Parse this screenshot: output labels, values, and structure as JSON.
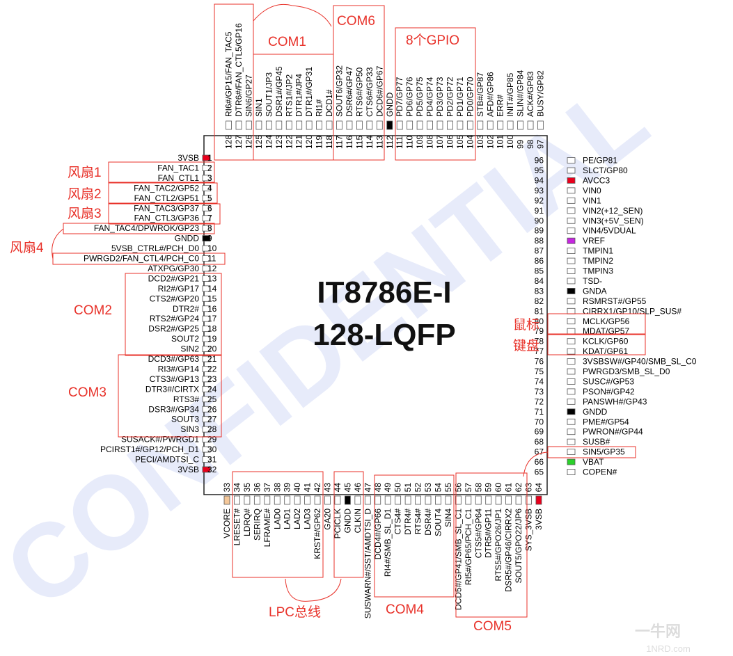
{
  "chip": {
    "name": "IT8786E-I",
    "package": "128-LQFP"
  },
  "watermark": "CONFIDENTIAL",
  "corner_logo": {
    "line1": "一牛网",
    "line2": "1NRD.com"
  },
  "pins_left": [
    {
      "n": 1,
      "label": "3VSB",
      "color": "#e8001c"
    },
    {
      "n": 2,
      "label": "FAN_TAC1"
    },
    {
      "n": 3,
      "label": "FAN_CTL1"
    },
    {
      "n": 4,
      "label": "FAN_TAC2/GP52"
    },
    {
      "n": 5,
      "label": "FAN_CTL2/GP51"
    },
    {
      "n": 6,
      "label": "FAN_TAC3/GP37"
    },
    {
      "n": 7,
      "label": "FAN_CTL3/GP36"
    },
    {
      "n": 8,
      "label": "FAN_TAC4/DPWROK/GP23"
    },
    {
      "n": 9,
      "label": "GNDD",
      "color": "#000000"
    },
    {
      "n": 10,
      "label": "5VSB_CTRL#/PCH_D0"
    },
    {
      "n": 11,
      "label": "PWRGD2/FAN_CTL4/PCH_C0"
    },
    {
      "n": 12,
      "label": "ATXPG/GP30"
    },
    {
      "n": 13,
      "label": "DCD2#/GP21"
    },
    {
      "n": 14,
      "label": "RI2#/GP17"
    },
    {
      "n": 15,
      "label": "CTS2#/GP20"
    },
    {
      "n": 16,
      "label": "DTR2#"
    },
    {
      "n": 17,
      "label": "RTS2#/GP24"
    },
    {
      "n": 18,
      "label": "DSR2#/GP25"
    },
    {
      "n": 19,
      "label": "SOUT2"
    },
    {
      "n": 20,
      "label": "SIN2"
    },
    {
      "n": 21,
      "label": "DCD3#/GP63"
    },
    {
      "n": 22,
      "label": "RI3#/GP14"
    },
    {
      "n": 23,
      "label": "CTS3#/GP13"
    },
    {
      "n": 24,
      "label": "DTR3#/CIRTX"
    },
    {
      "n": 25,
      "label": "RTS3#"
    },
    {
      "n": 26,
      "label": "DSR3#/GP34"
    },
    {
      "n": 27,
      "label": "SOUT3"
    },
    {
      "n": 28,
      "label": "SIN3"
    },
    {
      "n": 29,
      "label": "SUSACK#/PWRGD1"
    },
    {
      "n": 30,
      "label": "PCIRST1#/GP12/PCH_D1"
    },
    {
      "n": 31,
      "label": "PECI/AMDTSI_C"
    },
    {
      "n": 32,
      "label": "3VSB",
      "color": "#e8001c"
    }
  ],
  "pins_bottom": [
    {
      "n": 33,
      "label": "VCORE",
      "color": "#f5c89a"
    },
    {
      "n": 34,
      "label": "LRESET#"
    },
    {
      "n": 35,
      "label": "LDRQ#"
    },
    {
      "n": 36,
      "label": "SERIRQ"
    },
    {
      "n": 37,
      "label": "LFRAME#"
    },
    {
      "n": 38,
      "label": "LAD0"
    },
    {
      "n": 39,
      "label": "LAD1"
    },
    {
      "n": 40,
      "label": "LAD2"
    },
    {
      "n": 41,
      "label": "LAD3"
    },
    {
      "n": 42,
      "label": "KRST#/GP62"
    },
    {
      "n": 43,
      "label": "GA20"
    },
    {
      "n": 44,
      "label": "PCICLK"
    },
    {
      "n": 45,
      "label": "GNDD",
      "color": "#000000"
    },
    {
      "n": 46,
      "label": "CLKIN"
    },
    {
      "n": 47,
      "label": "SUSWARN#/SST/AMDTSI_D"
    },
    {
      "n": 48,
      "label": "DCD4#/GP66"
    },
    {
      "n": 49,
      "label": "RI4#/SMB_SL_D1"
    },
    {
      "n": 50,
      "label": "CTS4#"
    },
    {
      "n": 51,
      "label": "DTR4#"
    },
    {
      "n": 52,
      "label": "RTS4#"
    },
    {
      "n": 53,
      "label": "DSR4#"
    },
    {
      "n": 54,
      "label": "SOUT4"
    },
    {
      "n": 55,
      "label": "SIN4"
    },
    {
      "n": 56,
      "label": "DCD5#/GP41/SMB_SL_C1"
    },
    {
      "n": 57,
      "label": "RI5#/GP65/PCH_C1"
    },
    {
      "n": 58,
      "label": "CTS5#/GP64"
    },
    {
      "n": 59,
      "label": "DTR5#/GP11"
    },
    {
      "n": 60,
      "label": "RTS5#/GPO26/JP1"
    },
    {
      "n": 61,
      "label": "DSR5#/GP46/CIRRX2"
    },
    {
      "n": 62,
      "label": "SOUT5/GPO22/JP6"
    },
    {
      "n": 63,
      "label": "SYS_3VSB"
    },
    {
      "n": 64,
      "label": "3VSB",
      "color": "#e8001c"
    }
  ],
  "pins_right": [
    {
      "n": 65,
      "label": "COPEN#"
    },
    {
      "n": 66,
      "label": "VBAT",
      "color": "#2bd12b"
    },
    {
      "n": 67,
      "label": "SIN5/GP35"
    },
    {
      "n": 68,
      "label": "SUSB#"
    },
    {
      "n": 69,
      "label": "PWRON#/GP44"
    },
    {
      "n": 70,
      "label": "PME#/GP54"
    },
    {
      "n": 71,
      "label": "GNDD",
      "color": "#000000"
    },
    {
      "n": 72,
      "label": "PANSWH#/GP43"
    },
    {
      "n": 73,
      "label": "PSON#/GP42"
    },
    {
      "n": 74,
      "label": "SUSC#/GP53"
    },
    {
      "n": 75,
      "label": "PWRGD3/SMB_SL_D0"
    },
    {
      "n": 76,
      "label": "3VSBSW#/GP40/SMB_SL_C0"
    },
    {
      "n": 77,
      "label": "KDAT/GP61"
    },
    {
      "n": 78,
      "label": "KCLK/GP60"
    },
    {
      "n": 79,
      "label": "MDAT/GP57"
    },
    {
      "n": 80,
      "label": "MCLK/GP56"
    },
    {
      "n": 81,
      "label": "CIRRX1/GP10/SLP_SUS#"
    },
    {
      "n": 82,
      "label": "RSMRST#/GP55"
    },
    {
      "n": 83,
      "label": "GNDA",
      "color": "#000000"
    },
    {
      "n": 84,
      "label": "TSD-"
    },
    {
      "n": 85,
      "label": "TMPIN3"
    },
    {
      "n": 86,
      "label": "TMPIN2"
    },
    {
      "n": 87,
      "label": "TMPIN1"
    },
    {
      "n": 88,
      "label": "VREF",
      "color": "#c626e0"
    },
    {
      "n": 89,
      "label": "VIN4/5VDUAL"
    },
    {
      "n": 90,
      "label": "VIN3(+5V_SEN)"
    },
    {
      "n": 91,
      "label": "VIN2(+12_SEN)"
    },
    {
      "n": 92,
      "label": "VIN1"
    },
    {
      "n": 93,
      "label": "VIN0"
    },
    {
      "n": 94,
      "label": "AVCC3",
      "color": "#e8001c"
    },
    {
      "n": 95,
      "label": "SLCT/GP80"
    },
    {
      "n": 96,
      "label": "PE/GP81"
    }
  ],
  "pins_top": [
    {
      "n": 97,
      "label": "BUSY/GP82"
    },
    {
      "n": 98,
      "label": "ACK#/GP83"
    },
    {
      "n": 99,
      "label": "SLIN#/GP84"
    },
    {
      "n": 100,
      "label": "INIT#/GP85"
    },
    {
      "n": 101,
      "label": "ERR#"
    },
    {
      "n": 102,
      "label": "AFD#/GP86"
    },
    {
      "n": 103,
      "label": "STB#/GP87"
    },
    {
      "n": 104,
      "label": "PD0/GP70"
    },
    {
      "n": 105,
      "label": "PD1/GP71"
    },
    {
      "n": 106,
      "label": "PD2/GP72"
    },
    {
      "n": 107,
      "label": "PD3/GP73"
    },
    {
      "n": 108,
      "label": "PD4/GP74"
    },
    {
      "n": 109,
      "label": "PD5/GP75"
    },
    {
      "n": 110,
      "label": "PD6/GP76"
    },
    {
      "n": 111,
      "label": "PD7/GP77"
    },
    {
      "n": 112,
      "label": "GNDD",
      "color": "#000000"
    },
    {
      "n": 113,
      "label": "DCD6#/GP67"
    },
    {
      "n": 114,
      "label": "CTS6#/GP33"
    },
    {
      "n": 115,
      "label": "RTS6#/GP50"
    },
    {
      "n": 116,
      "label": "DSR6#/GP47"
    },
    {
      "n": 117,
      "label": "SOUT6/GP32"
    },
    {
      "n": 118,
      "label": "DCD1#"
    },
    {
      "n": 119,
      "label": "RI1#"
    },
    {
      "n": 120,
      "label": "DTR1#/GP31"
    },
    {
      "n": 121,
      "label": "DTR1#/JP4"
    },
    {
      "n": 122,
      "label": "RTS1#/JP2"
    },
    {
      "n": 123,
      "label": "DSR1#/GP45"
    },
    {
      "n": 124,
      "label": "SOUT1/JP3"
    },
    {
      "n": 125,
      "label": "SIN1"
    },
    {
      "n": 126,
      "label": "SIN6/GP27"
    },
    {
      "n": 127,
      "label": "DTR6#/FAN_CTL5/GP16"
    },
    {
      "n": 128,
      "label": "RI6#/GP15/FAN_TAC5"
    }
  ],
  "annotations": {
    "com1": "COM1",
    "com6": "COM6",
    "gpio8": "8个GPIO",
    "fan1": "风扇1",
    "fan2": "风扇2",
    "fan3": "风扇3",
    "fan4": "风扇4",
    "com2": "COM2",
    "com3": "COM3",
    "mouse": "鼠标",
    "keyboard": "键盘",
    "lpc": "LPC总线",
    "com4": "COM4",
    "com5": "COM5"
  },
  "colors": {
    "annotation": "#e8322a",
    "chip_outline": "#222222"
  }
}
